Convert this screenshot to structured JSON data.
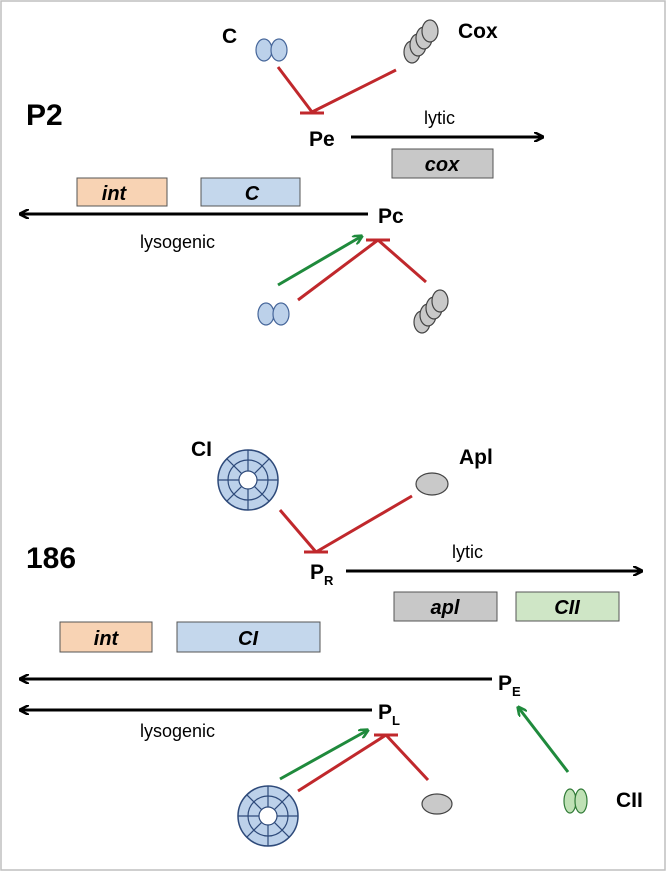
{
  "colors": {
    "repress": "#c0282c",
    "activate": "#1f8a3c",
    "arrow": "#000000",
    "int_fill": "#f8d3b4",
    "c_fill": "#c4d7ec",
    "grey_fill": "#c8c8c8",
    "cii_fill": "#cfe6c6",
    "protein_blue": "#bcd1ea",
    "protein_grey": "#c9c9c9",
    "protein_green": "#bfe1b5"
  },
  "p2": {
    "title": "P2",
    "protein_c": "C",
    "protein_cox": "Cox",
    "promoter_pe": "Pe",
    "promoter_pc": "Pc",
    "lytic": "lytic",
    "lysogenic": "lysogenic",
    "gene_int": "int",
    "gene_c": "C",
    "gene_cox": "cox"
  },
  "phage186": {
    "title": "186",
    "protein_ci": "CI",
    "protein_apl": "Apl",
    "protein_cii": "CII",
    "promoter_pr": {
      "main": "P",
      "sub": "R"
    },
    "promoter_pl": {
      "main": "P",
      "sub": "L"
    },
    "promoter_pe": {
      "main": "P",
      "sub": "E"
    },
    "lytic": "lytic",
    "lysogenic": "lysogenic",
    "gene_int": "int",
    "gene_ci": "CI",
    "gene_apl": "apl",
    "gene_cii": "CII"
  }
}
